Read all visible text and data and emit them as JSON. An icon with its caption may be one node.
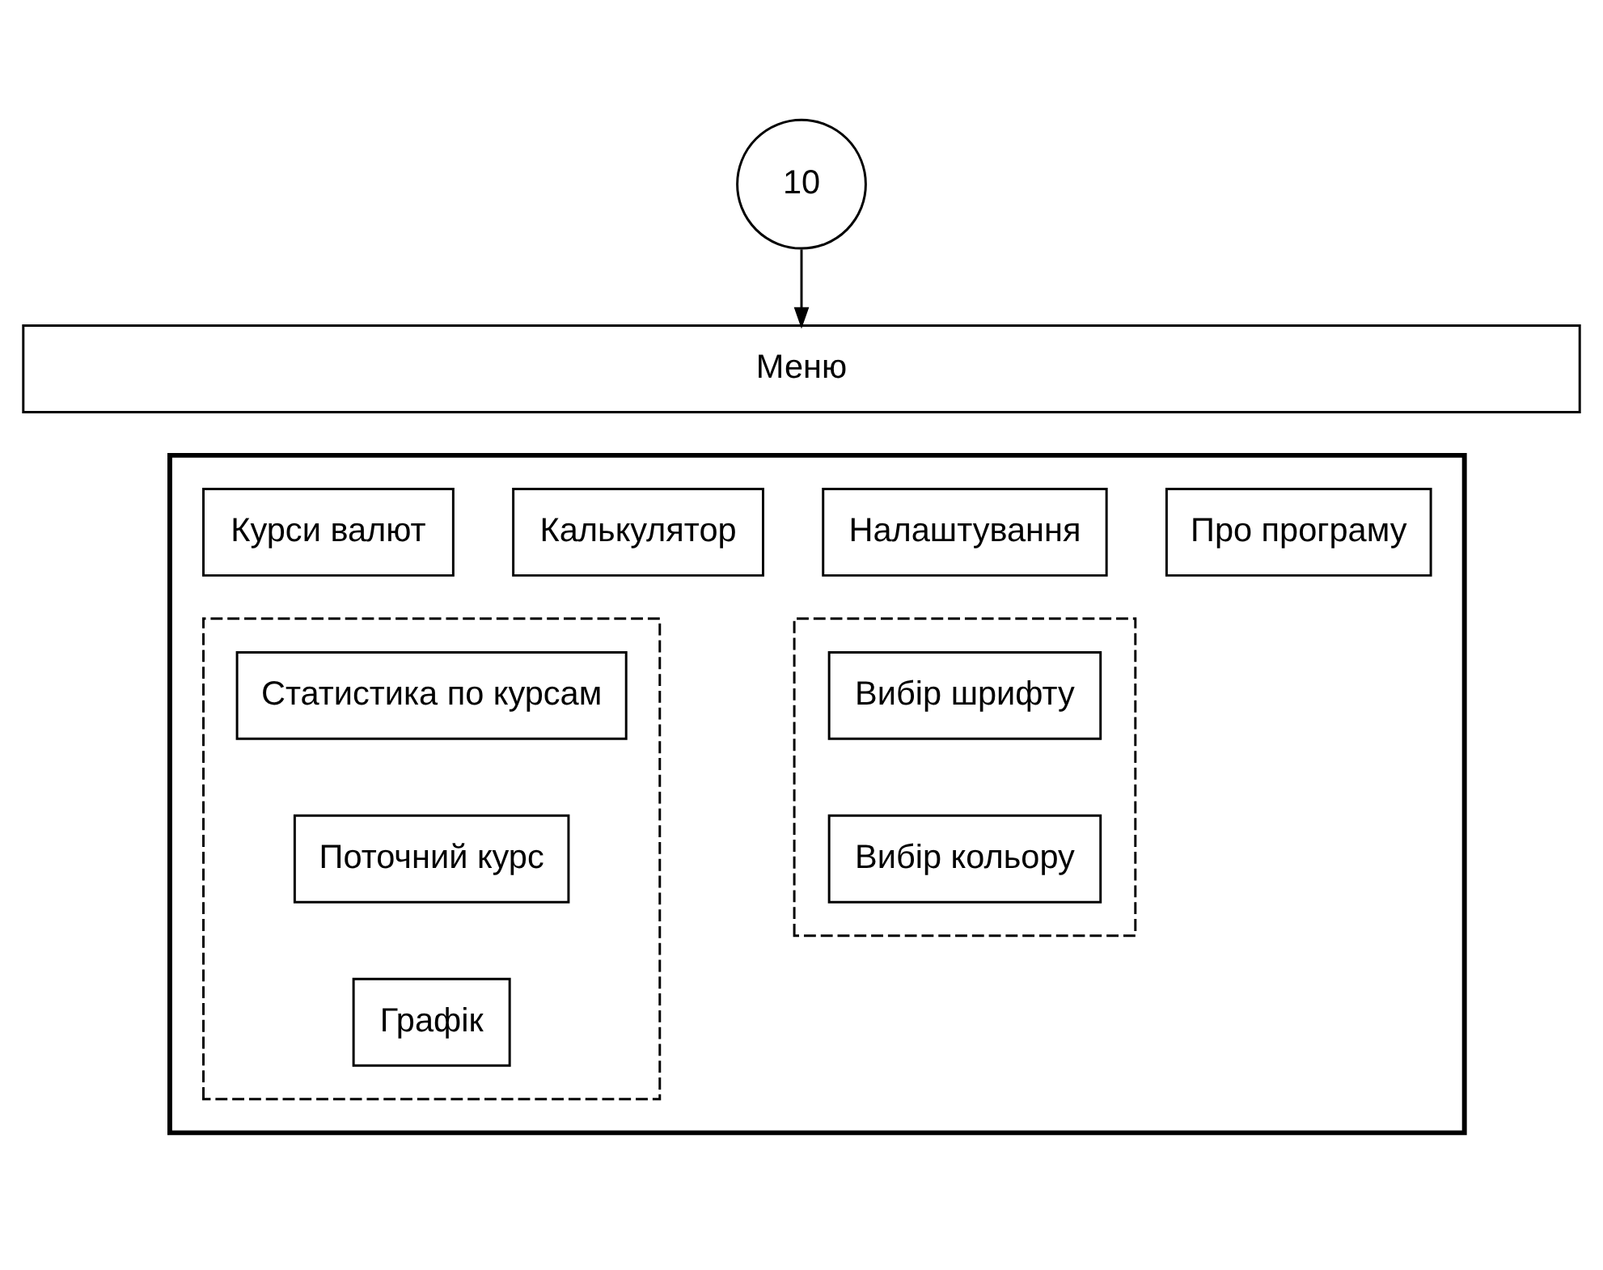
{
  "diagram": {
    "nodes": [
      {
        "text": [
          "10"
        ]
      },
      {
        "text": [
          "Меню"
        ]
      },
      {
        "text": [],
        "shape": "box"
      },
      {
        "text": [
          "Курси валют"
        ],
        "in": 2
      },
      {
        "text": [
          "Калькулятор"
        ],
        "in": 2
      },
      {
        "text": [
          "Налаштування"
        ],
        "in": 2
      },
      {
        "text": [
          "Про програму"
        ],
        "in": 2
      },
      {
        "text": [],
        "shape": "box",
        "in": 2
      },
      {
        "text": [
          "Статистика по курсам"
        ],
        "in": 7
      },
      {
        "text": [
          "Поточний курс"
        ],
        "in": 7
      },
      {
        "text": [
          "Графік"
        ],
        "in": 7
      },
      {
        "text": [],
        "shape": "box",
        "in": 2
      },
      {
        "text": [
          "Вибір шрифту"
        ],
        "in": 11
      },
      {
        "text": [
          "Вибір кольору"
        ],
        "in": 11
      }
    ],
    "edges": [
      {
        "from": 0,
        "to": 1,
        "arrow": "to"
      }
    ]
  }
}
